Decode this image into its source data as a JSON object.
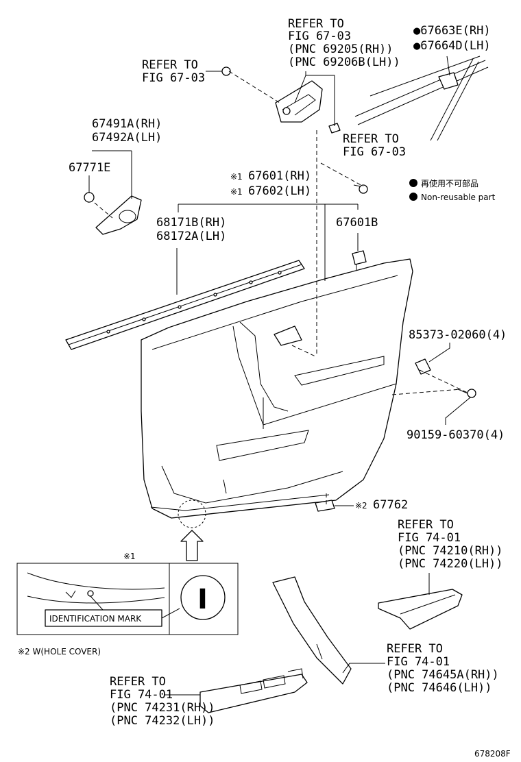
{
  "labels": {
    "refer_top_center": [
      "REFER TO",
      "FIG 67-03",
      "(PNC 69205(RH))",
      "(PNC 69206B(LH))"
    ],
    "refer_top_left": [
      "REFER TO",
      "FIG 67-03"
    ],
    "refer_mid": [
      "REFER TO",
      "FIG 67-03"
    ],
    "part_67663": [
      "●67663E(RH)",
      "●67664D(LH)"
    ],
    "part_67491": [
      "67491A(RH)",
      "67492A(LH)"
    ],
    "part_67771": "67771E",
    "part_67601_prefix": "※1",
    "part_67601": [
      "67601(RH)",
      "67602(LH)"
    ],
    "part_68171": [
      "68171B(RH)",
      "68172A(LH)"
    ],
    "part_67601B": "67601B",
    "part_85373": "85373-02060(4)",
    "part_90159": "90159-60370(4)",
    "part_67762_prefix": "※2",
    "part_67762": "67762",
    "refer_742": [
      "REFER TO",
      "FIG 74-01",
      "(PNC 74210(RH))",
      "(PNC 74220(LH))"
    ],
    "refer_746": [
      "REFER TO",
      "FIG 74-01",
      "(PNC 74645A(RH))",
      "(PNC 74646(LH))"
    ],
    "refer_7423": [
      "REFER TO",
      "FIG 74-01",
      "(PNC 74231(RH))",
      "(PNC 74232(LH))"
    ],
    "legend_jp": "再使用不可部品",
    "legend_en": "Non-reusable part",
    "inset_note": "※1",
    "identification_mark": "IDENTIFICATION MARK",
    "id_symbol": "I",
    "hole_cover_note": "※2 W(HOLE COVER)",
    "figure_id": "678208F"
  }
}
